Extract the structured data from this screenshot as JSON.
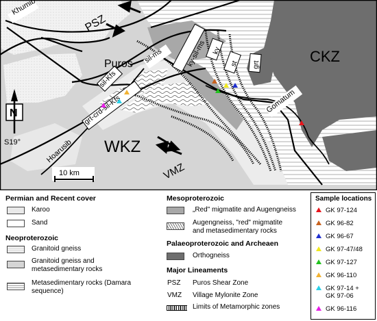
{
  "map_labels": {
    "khumib": "Khumib",
    "psz": "PSZ",
    "puros": "Puros",
    "sil_ms": "sil-ms",
    "ky_sil_ms": "ky-sil-ms",
    "ky": "ky",
    "st": "st",
    "grt": "grt",
    "ckz": "CKZ",
    "gomatum": "Gomatum",
    "sil_kfs": "sil-Kfs",
    "grt_crd_sil_kfs": "grt-crd-sil-Kfs",
    "north": "N",
    "latitude": "S19°",
    "hoarusib": "Hoarusib",
    "wkz": "WKZ",
    "vmz": "VMZ",
    "scale": "10 km"
  },
  "legend": {
    "permian_header": "Permian and Recent cover",
    "karoo": "Karoo",
    "sand": "Sand",
    "neoprot_header": "Neoproterozoic",
    "granitoid_gneiss": "Granitoid gneiss",
    "granitoid_meta_1": "Granitoid gneiss and",
    "granitoid_meta_2": "metasedimentary rocks",
    "metased_1": "Metasedimentary rocks (Damara",
    "metased_2": "sequence)",
    "mesoprot_header": "Mesoproterozoic",
    "red_migmatite": "„Red\" migmatite and Augengneiss",
    "augengneiss_1": "Augengneiss, \"red\" migmatite",
    "augengneiss_2": "and metasedimentary rocks",
    "palaeo_header": "Palaeoproterozoic and Archeaen",
    "orthogneiss": "Orthogneiss",
    "major_header": "Major Lineaments",
    "psz_abbr": "PSZ",
    "psz_name": "Puros Shear Zone",
    "vmz_abbr": "VMZ",
    "vmz_name": "Village Mylonite Zone",
    "limits": "Limits of Metamorphic zones"
  },
  "samples": {
    "title": "Sample locations",
    "items": [
      {
        "label": "GK 97-124",
        "color": "#e8141b"
      },
      {
        "label": "GK 96-82",
        "color": "#c8621e"
      },
      {
        "label": "GK 96-67",
        "color": "#1f2fd0"
      },
      {
        "label": "GK 97-47/48",
        "color": "#f0e81e"
      },
      {
        "label": "GK 97-127",
        "color": "#22c21e"
      },
      {
        "label": "GK 96-110",
        "color": "#f2b233"
      },
      {
        "label": "GK 97-14 +",
        "label2": "GK 97-06",
        "color": "#2ad0e8"
      },
      {
        "label": "GK 96-116",
        "color": "#e61ee6"
      }
    ]
  }
}
